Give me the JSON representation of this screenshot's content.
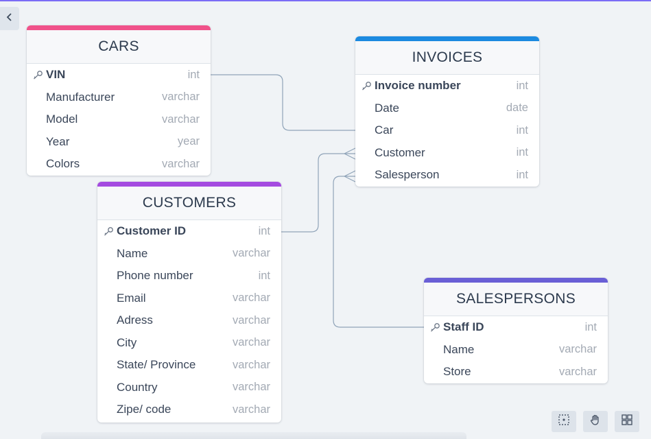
{
  "colors": {
    "cars": "#f0528a",
    "invoices": "#1c8ae0",
    "customers": "#a44be0",
    "salespersons": "#6a5fd6",
    "connector": "#8fa3b8"
  },
  "nav": {
    "back_icon": "chevron-left-icon"
  },
  "tables": {
    "cars": {
      "title": "CARS",
      "rows": [
        {
          "name": "VIN",
          "type": "int",
          "pk": true
        },
        {
          "name": "Manufacturer",
          "type": "varchar"
        },
        {
          "name": "Model",
          "type": "varchar"
        },
        {
          "name": "Year",
          "type": "year"
        },
        {
          "name": "Colors",
          "type": "varchar"
        }
      ]
    },
    "invoices": {
      "title": "INVOICES",
      "rows": [
        {
          "name": "Invoice number",
          "type": "int",
          "pk": true
        },
        {
          "name": "Date",
          "type": "date"
        },
        {
          "name": "Car",
          "type": "int"
        },
        {
          "name": "Customer",
          "type": "int"
        },
        {
          "name": "Salesperson",
          "type": "int"
        }
      ]
    },
    "customers": {
      "title": "CUSTOMERS",
      "rows": [
        {
          "name": "Customer ID",
          "type": "int",
          "pk": true
        },
        {
          "name": "Name",
          "type": "varchar"
        },
        {
          "name": "Phone number",
          "type": "int"
        },
        {
          "name": "Email",
          "type": "varchar"
        },
        {
          "name": "Adress",
          "type": "varchar"
        },
        {
          "name": "City",
          "type": "varchar"
        },
        {
          "name": "State/ Province",
          "type": "varchar"
        },
        {
          "name": "Country",
          "type": "varchar"
        },
        {
          "name": "Zipe/ code",
          "type": "varchar"
        }
      ]
    },
    "salespersons": {
      "title": "SALESPERSONS",
      "rows": [
        {
          "name": "Staff ID",
          "type": "int",
          "pk": true
        },
        {
          "name": "Name",
          "type": "varchar"
        },
        {
          "name": "Store",
          "type": "varchar"
        }
      ]
    }
  },
  "relationships": [
    {
      "from": "CARS.VIN",
      "to": "INVOICES.Car"
    },
    {
      "from": "CUSTOMERS.Customer ID",
      "to": "INVOICES.Customer"
    },
    {
      "from": "SALESPERSONS.Staff ID",
      "to": "INVOICES.Salesperson"
    }
  ],
  "toolbar": {
    "icons": [
      "fit-view-icon",
      "hand-pan-icon",
      "grid-layout-icon"
    ]
  }
}
